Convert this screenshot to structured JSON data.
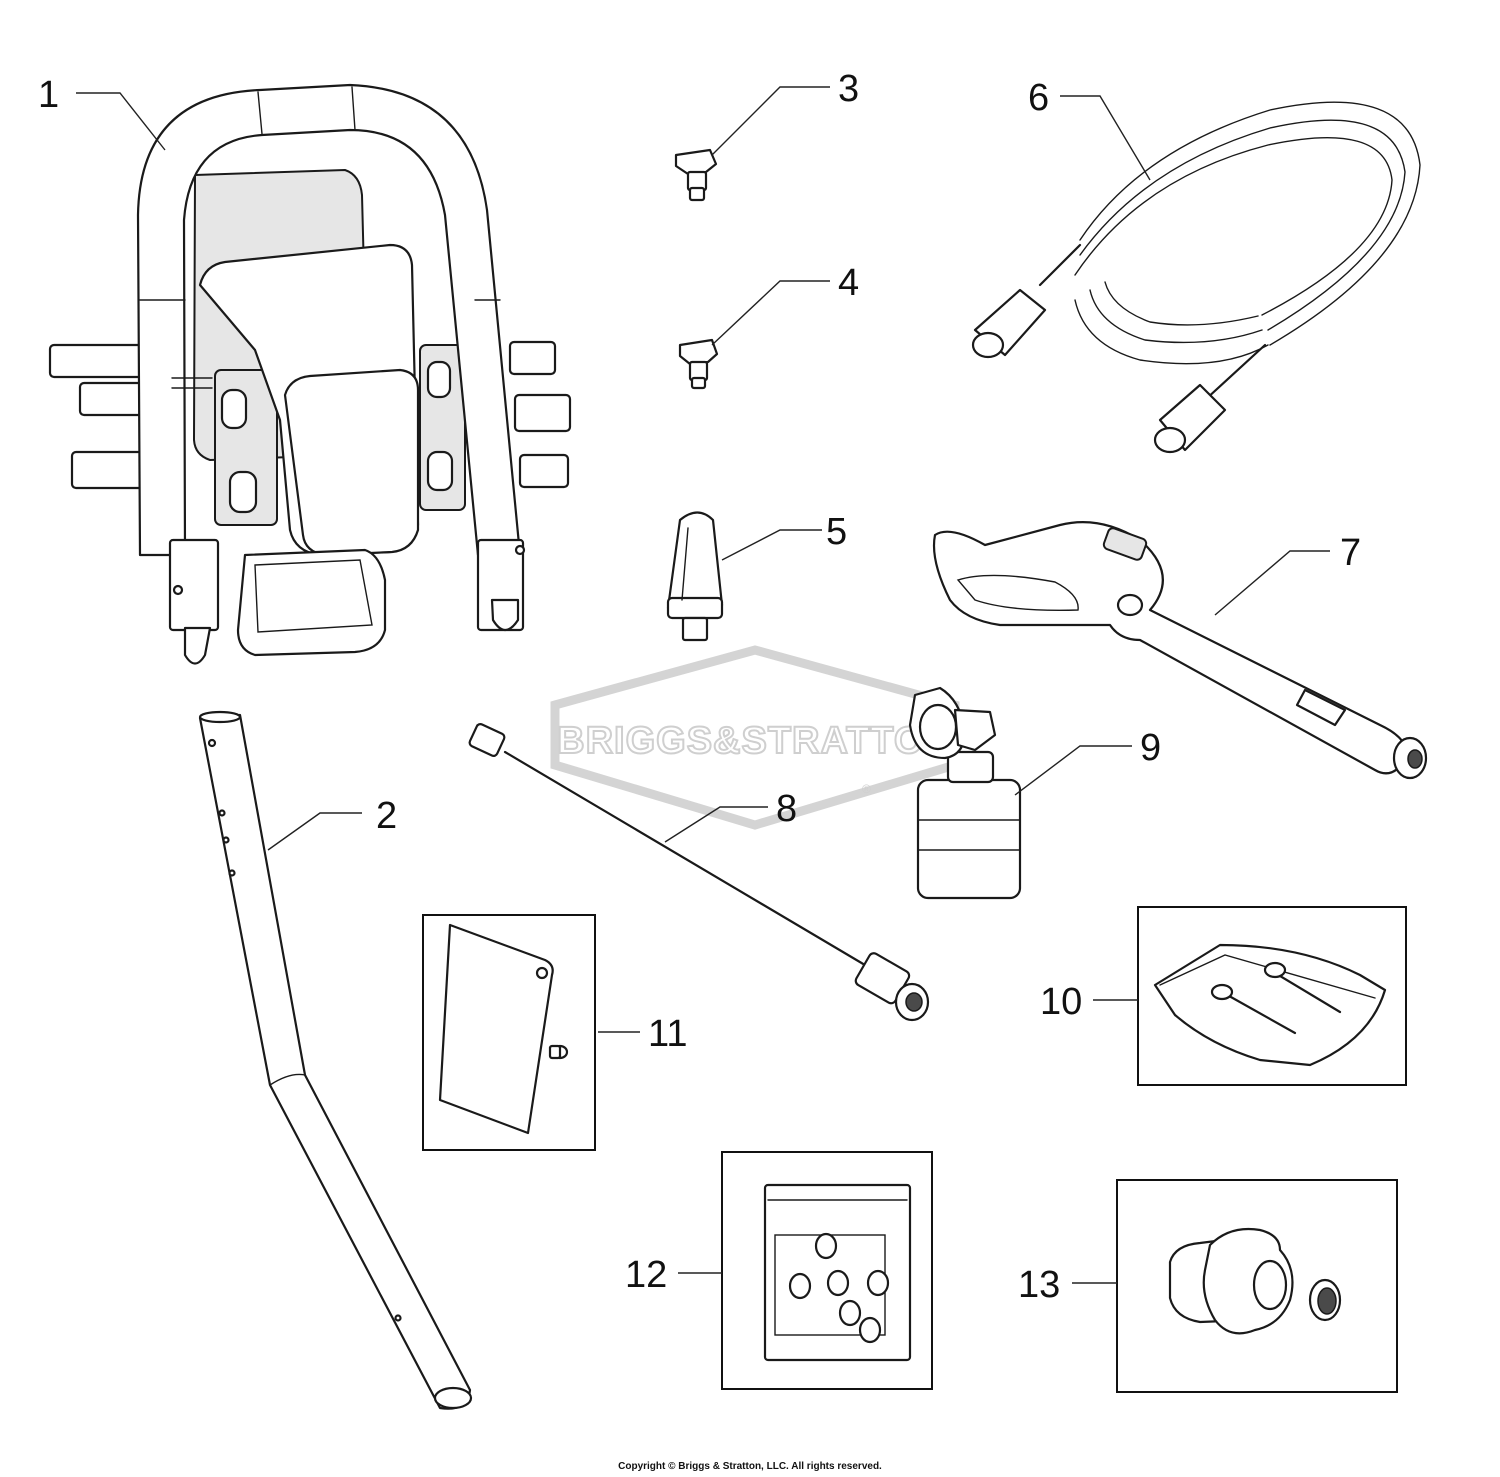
{
  "parts": [
    {
      "id": "1",
      "label": "1"
    },
    {
      "id": "2",
      "label": "2"
    },
    {
      "id": "3",
      "label": "3"
    },
    {
      "id": "4",
      "label": "4"
    },
    {
      "id": "5",
      "label": "5"
    },
    {
      "id": "6",
      "label": "6"
    },
    {
      "id": "7",
      "label": "7"
    },
    {
      "id": "8",
      "label": "8"
    },
    {
      "id": "9",
      "label": "9"
    },
    {
      "id": "10",
      "label": "10"
    },
    {
      "id": "11",
      "label": "11"
    },
    {
      "id": "12",
      "label": "12"
    },
    {
      "id": "13",
      "label": "13"
    }
  ],
  "watermark": {
    "text": "BRIGGS&STRATTON",
    "registered": "®"
  },
  "copyright": "Copyright © Briggs & Stratton, LLC. All rights reserved."
}
